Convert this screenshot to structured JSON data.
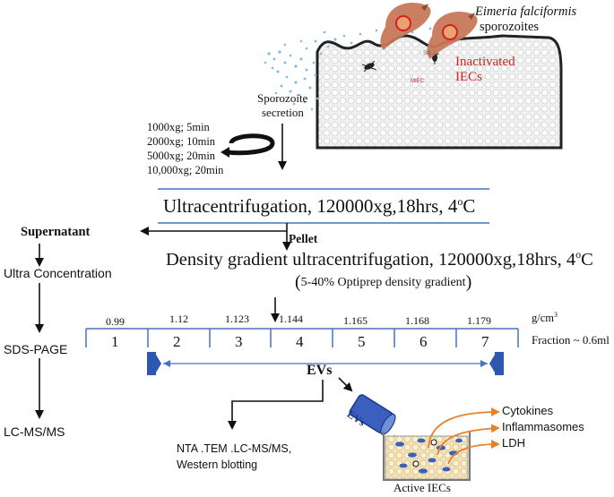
{
  "organism": {
    "name": "Eimeria falciformis",
    "stage": "sporozoites"
  },
  "inactivated_label": {
    "line1": "Inactivated",
    "line2": "IECs"
  },
  "tissue_labels": {
    "sg": "SG",
    "miec": "MIEC"
  },
  "secretion_label": {
    "line1": "Sporozoite",
    "line2": "secretion"
  },
  "pre_spins": [
    "1000xg; 5min",
    "2000xg; 10min",
    "5000xg; 20min",
    "10,000xg; 20min"
  ],
  "ultracentrifugation": {
    "prefix": "Ultracentrifugation, 120000xg,18hrs, 4",
    "sup": "o",
    "suffix": "C"
  },
  "supernatant_label": "Supernatant",
  "pellet_label": "Pellet",
  "density_step": {
    "prefix": "Density gradient ultracentrifugation, 120000xg,18hrs, 4",
    "sup": "o",
    "suffix": "C"
  },
  "gradient_note": {
    "open": "(",
    "text": "5-40% Optiprep density gradient",
    "close": ")"
  },
  "left_column": [
    "Ultra Concentration",
    "SDS-PAGE",
    "LC-MS/MS"
  ],
  "density_unit": {
    "prefix": "g/cm",
    "sup": "3"
  },
  "fractions": [
    {
      "number": "1",
      "density": "0.99"
    },
    {
      "number": "2",
      "density": "1.12"
    },
    {
      "number": "3",
      "density": "1.123"
    },
    {
      "number": "4",
      "density": "1.144"
    },
    {
      "number": "5",
      "density": "1.165"
    },
    {
      "number": "6",
      "density": "1.168"
    },
    {
      "number": "7",
      "density": "1.179"
    }
  ],
  "fraction_volume": "Fraction ~ 0.6ml",
  "evs_label": "EVs",
  "tube_label": "EVs",
  "analysis": {
    "line1": "NTA .TEM .LC-MS/MS,",
    "line2": "Western blotting"
  },
  "outcomes": [
    "Cytokines",
    "Inflammasomes",
    "LDH"
  ],
  "active_label": "Active IECs",
  "colors": {
    "blue_line": "#4472c4",
    "blue_dark": "#2e58b0",
    "red": "#d42020",
    "orange": "#e8822a",
    "parasite": "#c8785a"
  }
}
